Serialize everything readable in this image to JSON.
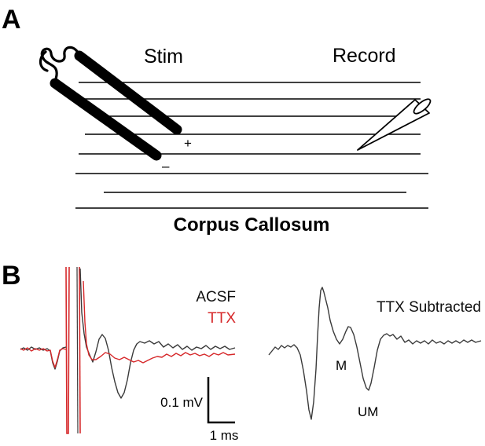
{
  "panelA": {
    "label": "A",
    "stim_label": "Stim",
    "record_label": "Record",
    "plus_sign": "+",
    "minus_sign": "–",
    "title": "Corpus Callosum"
  },
  "panelB": {
    "label": "B",
    "legend": {
      "acsf": "ACSF",
      "ttx": "TTX"
    },
    "subtracted_label": "TTX Subtracted",
    "peaks": {
      "m": "M",
      "um": "UM"
    },
    "scale": {
      "voltage": "0.1 mV",
      "time": "1 ms"
    }
  },
  "colors": {
    "acsf": "#3a3a3a",
    "ttx": "#d6282a",
    "subtracted": "#3a3a3a"
  }
}
